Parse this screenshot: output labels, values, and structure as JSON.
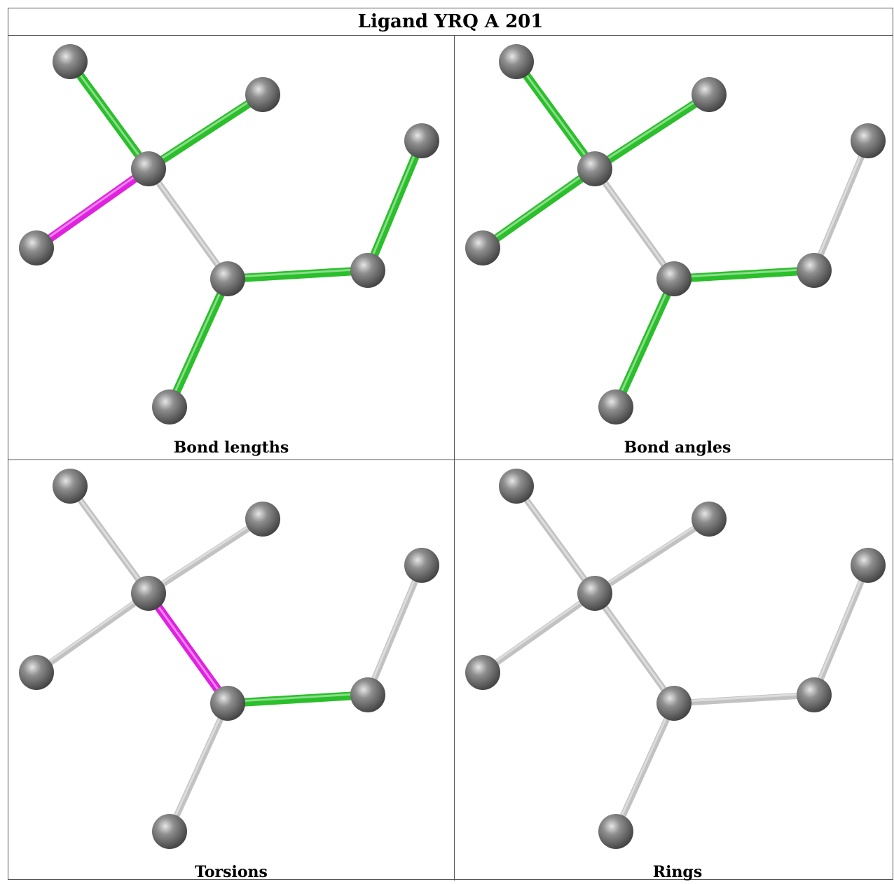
{
  "title": "Ligand YRQ A 201",
  "colors": {
    "default_bond": "#c2c2c2",
    "ok_bond": "#2bbf2b",
    "outlier_bond": "#e022e0",
    "atom": "#7a7a7a"
  },
  "panels": [
    {
      "caption": "Bond lengths",
      "bond_colors": [
        "ok_bond",
        "ok_bond",
        "outlier_bond",
        "default_bond",
        "ok_bond",
        "ok_bond",
        "ok_bond"
      ]
    },
    {
      "caption": "Bond angles",
      "bond_colors": [
        "ok_bond",
        "ok_bond",
        "ok_bond",
        "default_bond",
        "ok_bond",
        "default_bond",
        "ok_bond"
      ]
    },
    {
      "caption": "Torsions",
      "bond_colors": [
        "default_bond",
        "default_bond",
        "default_bond",
        "outlier_bond",
        "ok_bond",
        "default_bond",
        "default_bond"
      ]
    },
    {
      "caption": "Rings",
      "bond_colors": [
        "default_bond",
        "default_bond",
        "default_bond",
        "default_bond",
        "default_bond",
        "default_bond",
        "default_bond"
      ]
    }
  ]
}
